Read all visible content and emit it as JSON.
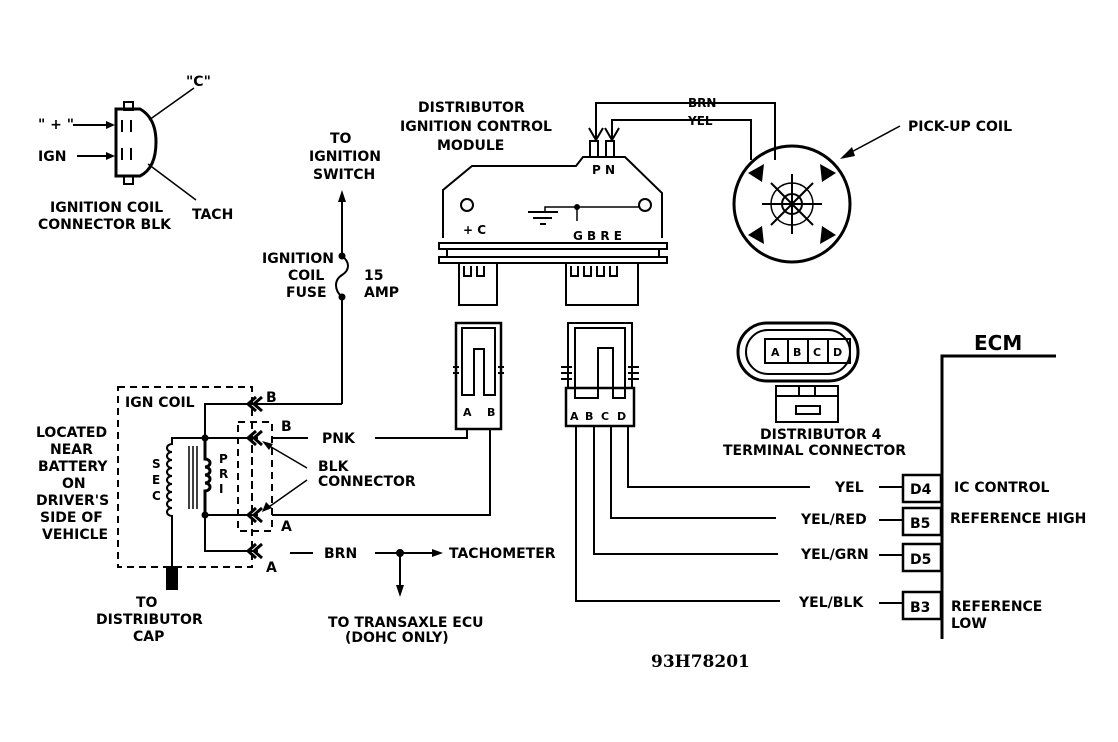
{
  "figure_id": "93H78201",
  "ignition_coil_connector": {
    "title_line1": "IGNITION COIL",
    "title_line2": "CONNECTOR BLK",
    "terminal_plus": "\" + \"",
    "terminal_c": "\"C\"",
    "terminal_ign": "IGN",
    "terminal_tach": "TACH"
  },
  "ignition_switch": {
    "line1": "TO",
    "line2": "IGNITION",
    "line3": "SWITCH"
  },
  "fuse": {
    "label_line1": "IGNITION",
    "label_line2": "COIL",
    "label_line3": "FUSE",
    "rating_line1": "15",
    "rating_line2": "AMP"
  },
  "module": {
    "title_line1": "DISTRIBUTOR",
    "title_line2": "IGNITION CONTROL",
    "title_line3": "MODULE",
    "pins_top": "P N",
    "pins_left": "+ C",
    "pins_right": "G B R E",
    "wire_brn": "BRN",
    "wire_yel": "YEL"
  },
  "pickup_coil": {
    "label": "PICK-UP COIL"
  },
  "connector_2pin": {
    "pin_a": "A",
    "pin_b": "B"
  },
  "connector_4pin": {
    "pins": [
      "A",
      "B",
      "C",
      "D"
    ]
  },
  "distributor_terminal_connector": {
    "pins": [
      "A",
      "B",
      "C",
      "D"
    ],
    "title_line1": "DISTRIBUTOR 4",
    "title_line2": "TERMINAL CONNECTOR"
  },
  "ign_coil": {
    "box_label": "IGN COIL",
    "secondary": [
      "S",
      "E",
      "C"
    ],
    "primary": [
      "P",
      "R",
      "I"
    ],
    "location_lines": [
      "LOCATED",
      "NEAR",
      "BATTERY",
      "ON",
      "DRIVER'S",
      "SIDE OF",
      "VEHICLE"
    ],
    "term_b_outer": "B",
    "term_b_inner": "B",
    "term_a_inner": "A",
    "term_a_outer": "A",
    "distributor_cap_lines": [
      "TO",
      "DISTRIBUTOR",
      "CAP"
    ],
    "blk_connector_line1": "BLK",
    "blk_connector_line2": "CONNECTOR"
  },
  "wires": {
    "pnk": "PNK",
    "brn": "BRN",
    "tachometer": "TACHOMETER",
    "transaxle_line1": "TO TRANSAXLE ECU",
    "transaxle_line2": "(DOHC ONLY)"
  },
  "ecm": {
    "title": "ECM",
    "circuits": [
      {
        "wire": "YEL",
        "pin": "D4",
        "function": "IC CONTROL",
        "function2": ""
      },
      {
        "wire": "YEL/RED",
        "pin": "B5",
        "function": "REFERENCE HIGH",
        "function2": ""
      },
      {
        "wire": "YEL/GRN",
        "pin": "D5",
        "function": "",
        "function2": ""
      },
      {
        "wire": "YEL/BLK",
        "pin": "B3",
        "function": "REFERENCE",
        "function2": "LOW"
      }
    ]
  }
}
